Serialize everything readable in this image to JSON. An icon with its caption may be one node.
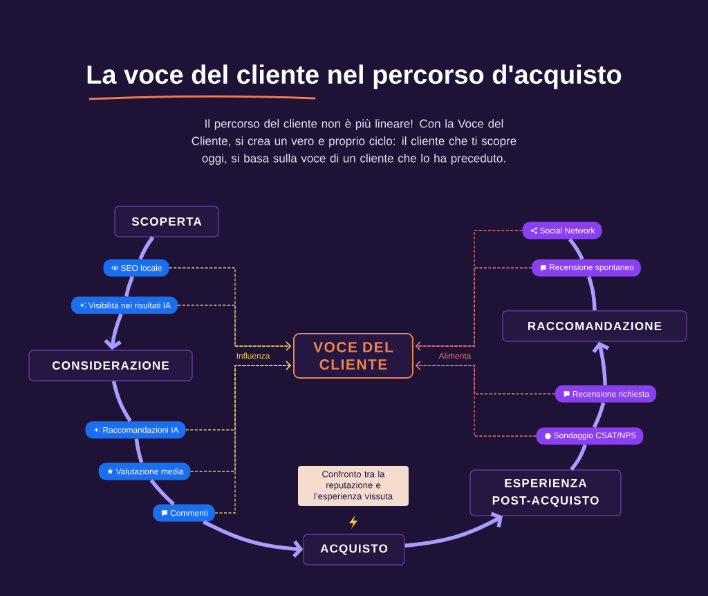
{
  "diagram": {
    "title": "La voce del cliente nel percorso d'acquisto",
    "nodes": [
      {
        "text": [
          "SCOPERTA"
        ]
      },
      {
        "text": [
          "SEO locale"
        ]
      },
      {
        "text": [
          "Visibilità nei risultati IA"
        ]
      },
      {
        "text": [
          "CONSIDERAZIONE"
        ]
      },
      {
        "text": [
          "Raccomandazioni IA"
        ]
      },
      {
        "text": [
          "Valutazione media"
        ]
      },
      {
        "text": [
          "Commenti"
        ]
      },
      {
        "text": [
          "VOCE DEL CLIENTE"
        ]
      },
      {
        "text": [
          "Confronto tra la reputazione e l’esperienza vissuta"
        ]
      },
      {
        "text": [
          "ACQUISTO"
        ]
      },
      {
        "text": [
          "ESPERIENZA POST-ACQUISTO"
        ]
      },
      {
        "text": [
          "Social Network"
        ]
      },
      {
        "text": [
          "Recensione spontaneo"
        ]
      },
      {
        "text": [
          "RACCOMANDAZIONE"
        ]
      },
      {
        "text": [
          "Recensione richiesta"
        ]
      },
      {
        "text": [
          "Sondaggio CSAT/NPS"
        ]
      }
    ],
    "edges": [
      {
        "from": 0,
        "to": 1,
        "arrow": "none"
      },
      {
        "from": 1,
        "to": 2,
        "arrow": "none"
      },
      {
        "from": 2,
        "to": 3,
        "arrow": "to"
      },
      {
        "from": 3,
        "to": 4,
        "arrow": "none"
      },
      {
        "from": 4,
        "to": 5,
        "arrow": "none"
      },
      {
        "from": 5,
        "to": 6,
        "arrow": "none"
      },
      {
        "from": 6,
        "to": 9,
        "arrow": "to"
      },
      {
        "from": 9,
        "to": 10,
        "arrow": "to"
      },
      {
        "from": 10,
        "to": 15,
        "arrow": "none"
      },
      {
        "from": 15,
        "to": 14,
        "arrow": "none"
      },
      {
        "from": 14,
        "to": 13,
        "arrow": "to"
      },
      {
        "from": 13,
        "to": 12,
        "arrow": "none"
      },
      {
        "from": 12,
        "to": 11,
        "arrow": "none"
      },
      {
        "from": 1,
        "to": 7,
        "arrow": "to",
        "style": "dashed",
        "color": "#e8c85a"
      },
      {
        "from": 2,
        "to": 7,
        "arrow": "to",
        "style": "dashed",
        "color": "#e8c85a"
      },
      {
        "from": 4,
        "to": 7,
        "arrow": "to",
        "style": "dashed",
        "color": "#e8c85a"
      },
      {
        "from": 5,
        "to": 7,
        "arrow": "to",
        "style": "dashed",
        "color": "#e8c85a"
      },
      {
        "from": 6,
        "to": 7,
        "arrow": "to",
        "style": "dashed",
        "color": "#e8c85a"
      },
      {
        "from": 11,
        "to": 7,
        "arrow": "to",
        "style": "dashed",
        "color": "#e8787a"
      },
      {
        "from": 12,
        "to": 7,
        "arrow": "to",
        "style": "dashed",
        "color": "#e8787a"
      },
      {
        "from": 14,
        "to": 7,
        "arrow": "to",
        "style": "dashed",
        "color": "#e8787a"
      },
      {
        "from": 15,
        "to": 7,
        "arrow": "to",
        "style": "dashed",
        "color": "#e8787a"
      }
    ],
    "labels": [
      "Il percorso del cliente non è più lineare! Con la Voce del Cliente, si crea un vero e proprio ciclo: il cliente che ti scopre oggi, si basa sulla voce di un cliente che lo ha preceduto.",
      "Influenza",
      "Alimenta"
    ]
  }
}
